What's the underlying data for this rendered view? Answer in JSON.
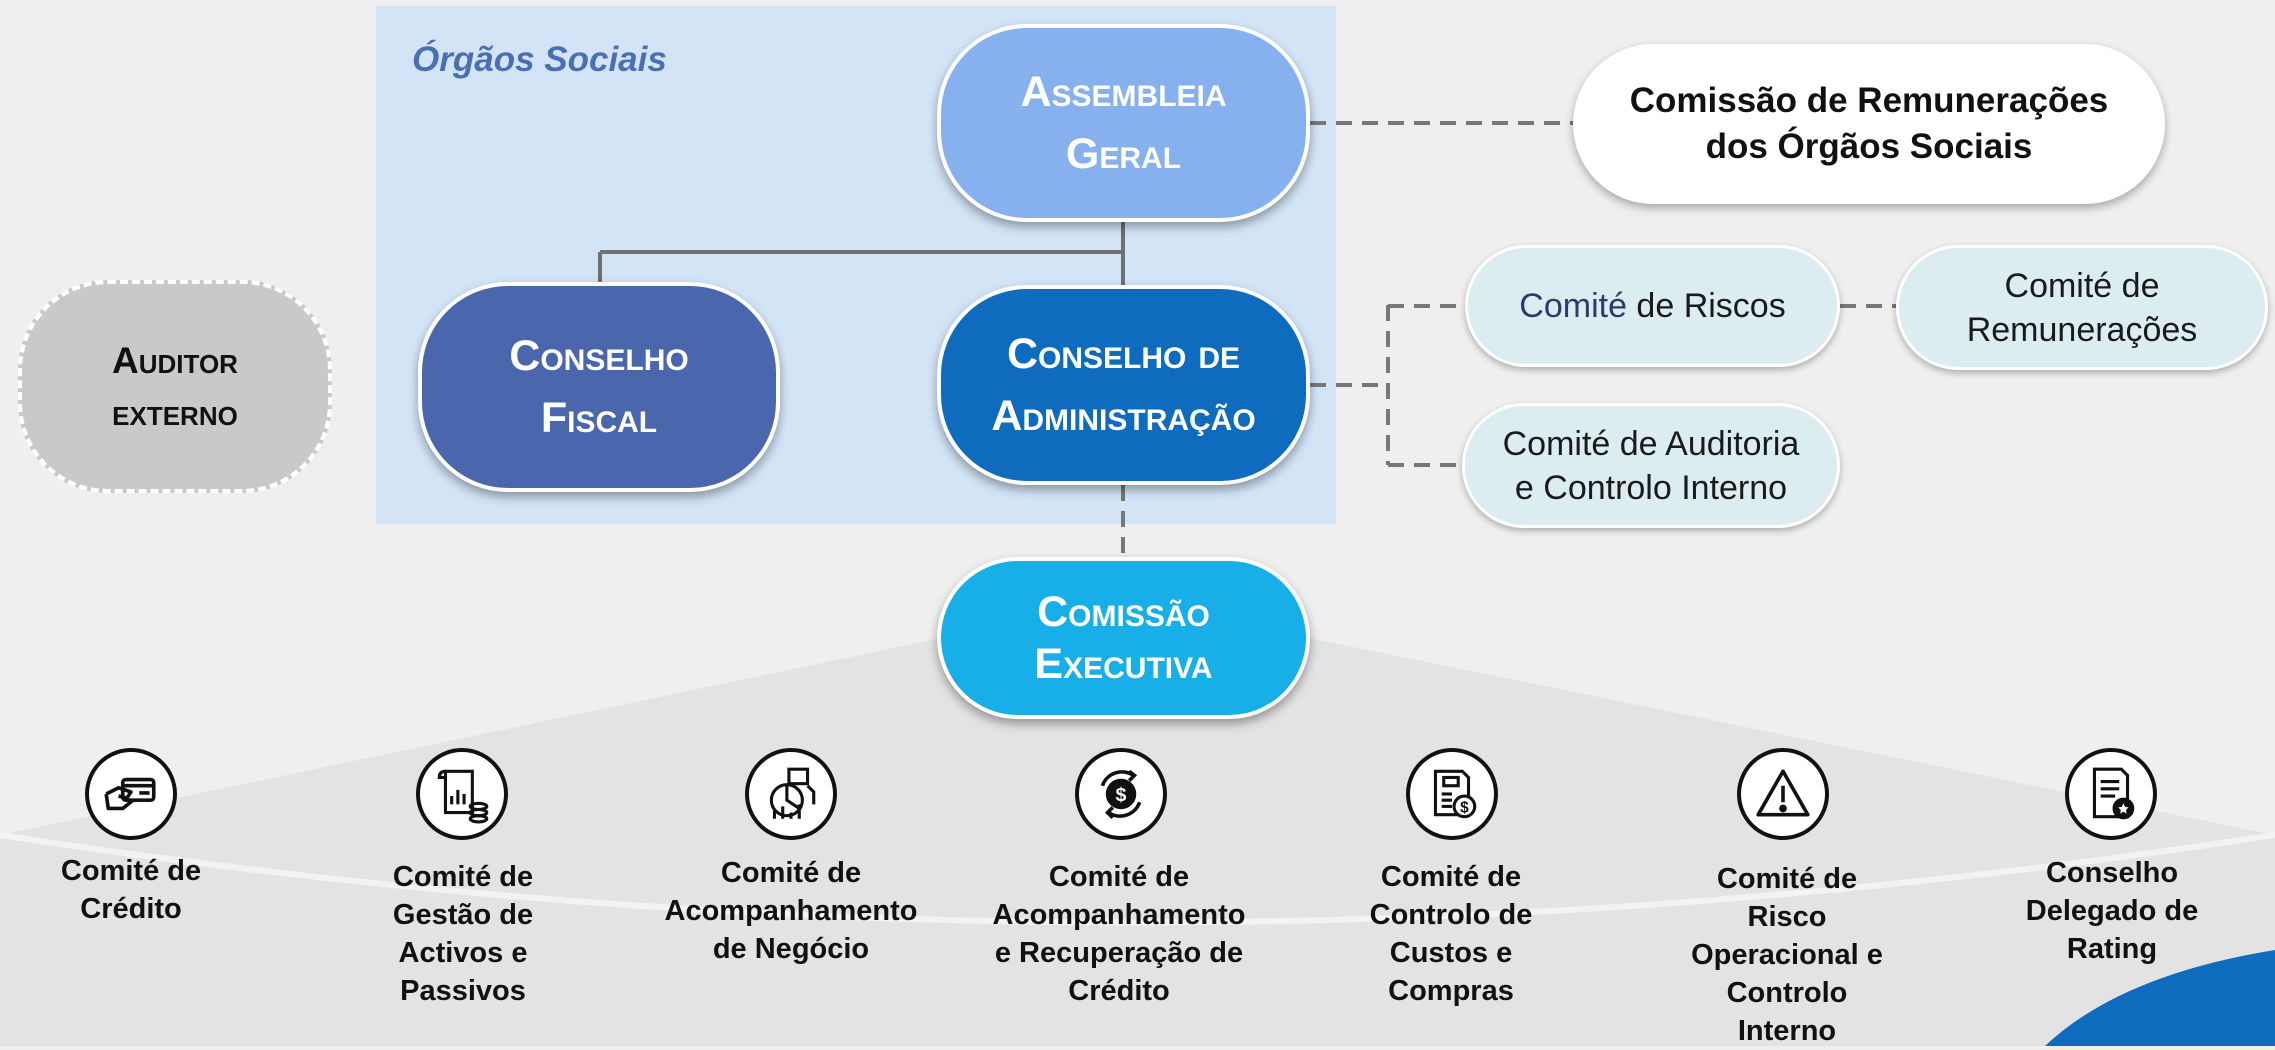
{
  "panel_title": "Órgãos Sociais",
  "governance": {
    "assembleia": "Assembleia\nGeral",
    "conselho_fiscal": "Conselho\nFiscal",
    "conselho_administracao": "Conselho de\nAdministração",
    "comissao_executiva": "Comissão\nExecutiva",
    "auditor": "Auditor\nexterno",
    "comissao_remuneracoes": "Comissão de Remunerações\ndos Órgãos Sociais"
  },
  "committees": {
    "riscos_prefix": "Comité",
    "riscos_suffix": " de Riscos",
    "remuneracoes": "Comité de\nRemunerações",
    "auditoria": "Comité de Auditoria\ne Controlo Interno"
  },
  "bottom_committees": [
    {
      "label": "Comité de\nCrédito",
      "icon": "credit-card-icon"
    },
    {
      "label": "Comité de\nGestão de\nActivos e\nPassivos",
      "icon": "document-coins-icon"
    },
    {
      "label": "Comité de\nAcompanhamento\nde Negócio",
      "icon": "business-chart-icon"
    },
    {
      "label": "Comité de\nAcompanhamento\ne Recuperação de\nCrédito",
      "icon": "dollar-recovery-icon"
    },
    {
      "label": "Comité de\nControlo de\nCustos e\nCompras",
      "icon": "invoice-dollar-icon"
    },
    {
      "label": "Comité de\nRisco\nOperacional e\nControlo\nInterno",
      "icon": "warning-icon"
    },
    {
      "label": "Conselho\nDelegado de\nRating",
      "icon": "certificate-icon"
    }
  ],
  "colors": {
    "assembleia": "#86b0ee",
    "conselho_fiscal": "#4a66ad",
    "conselho_administracao": "#0f6bbd",
    "comissao_executiva": "#18aee7",
    "auditor": "#c9c9c9",
    "panel": "#d3e4f7",
    "committee": "#dcedf1",
    "accent_corner": "#0f6bbd"
  }
}
